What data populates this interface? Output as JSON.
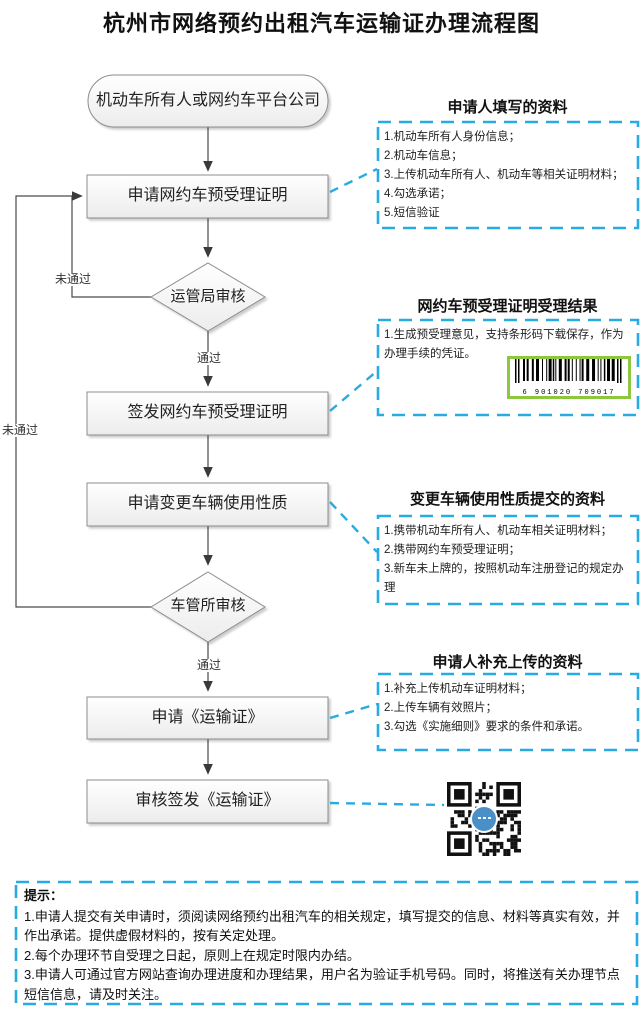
{
  "page": {
    "title": "杭州市网络预约出租汽车运输证办理流程图"
  },
  "colors": {
    "accent_dashed": "#29abe2",
    "barcode_border": "#8dc63f",
    "qr_logo_blue": "#4a90c8",
    "shape_border": "#8c8c8c"
  },
  "flow": {
    "nodes": [
      {
        "type": "start",
        "label": "机动车所有人或网约车平台公司"
      },
      {
        "type": "process",
        "label": "申请网约车预受理证明"
      },
      {
        "type": "decision",
        "label": "运管局审核"
      },
      {
        "type": "process",
        "label": "签发网约车预受理证明"
      },
      {
        "type": "process",
        "label": "申请变更车辆使用性质"
      },
      {
        "type": "decision",
        "label": "车管所审核"
      },
      {
        "type": "process",
        "label": "申请《运输证》"
      },
      {
        "type": "process",
        "label": "审核签发《运输证》"
      }
    ],
    "edge_labels": {
      "pass": "通过",
      "fail": "未通过"
    }
  },
  "annotations": [
    {
      "title": "申请人填写的资料",
      "lines": [
        "1.机动车所有人身份信息；",
        "2.机动车信息；",
        "3.上传机动车所有人、机动车等相关证明材料；",
        "4.勾选承诺；",
        "5.短信验证"
      ]
    },
    {
      "title": "网约车预受理证明受理结果",
      "lines": [
        "1.生成预受理意见，支持条形码下载保存，作为办理手续的凭证。"
      ],
      "barcode_digits": "6 901020 709017"
    },
    {
      "title": "变更车辆使用性质提交的资料",
      "lines": [
        "1.携带机动车所有人、机动车相关证明材料；",
        "2.携带网约车预受理证明；",
        "3.新车未上牌的，按照机动车注册登记的规定办理"
      ]
    },
    {
      "title": "申请人补充上传的资料",
      "lines": [
        "1.补充上传机动车证明材料；",
        "2.上传车辆有效照片；",
        "3.勾选《实施细则》要求的条件和承诺。"
      ]
    }
  ],
  "tips": {
    "heading": "提示：",
    "lines": [
      "1.申请人提交有关申请时，须阅读网络预约出租汽车的相关规定，填写提交的信息、材料等真实有效，并作出承诺。提供虚假材料的，按有关定处理。",
      "2.每个办理环节自受理之日起，原则上在规定时限内办结。",
      "3.申请人可通过官方网站查询办理进度和办理结果，用户名为验证手机号码。同时，将推送有关办理节点短信信息，请及时关注。"
    ]
  }
}
